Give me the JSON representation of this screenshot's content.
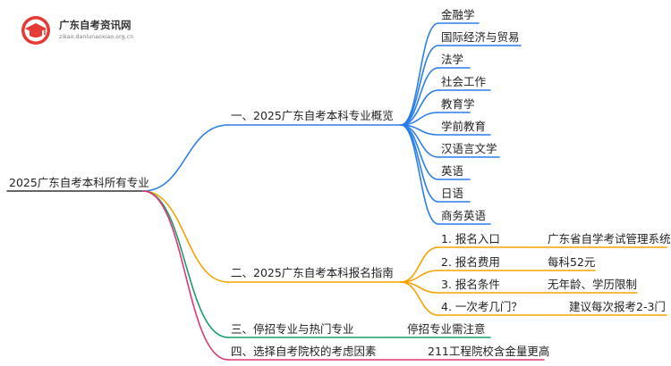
{
  "logo": {
    "title": "广东自考资讯网",
    "subtitle": "zikao.danlunaoxiao.org.cn"
  },
  "root": "2025广东自考本科所有专业",
  "branches": [
    {
      "label": "一、2025广东自考本科专业概览",
      "color": "#2b7de9",
      "children": [
        {
          "label": "金融学"
        },
        {
          "label": "国际经济与贸易"
        },
        {
          "label": "法学"
        },
        {
          "label": "社会工作"
        },
        {
          "label": "教育学"
        },
        {
          "label": "学前教育"
        },
        {
          "label": "汉语言文学"
        },
        {
          "label": "英语"
        },
        {
          "label": "日语"
        },
        {
          "label": "商务英语"
        }
      ]
    },
    {
      "label": "二、2025广东自考本科报名指南",
      "color": "#f5a300",
      "children": [
        {
          "label": "1. 报名入口",
          "detail": "广东省自学考试管理系统"
        },
        {
          "label": "2. 报名费用",
          "detail": "每科52元"
        },
        {
          "label": "3. 报名条件",
          "detail": "无年龄、学历限制"
        },
        {
          "label": "4. 一次考几门？",
          "detail": "建议每次报考2-3门"
        }
      ]
    },
    {
      "label": "三、停招专业与热门专业",
      "color": "#1a9e6a",
      "children": [
        {
          "label": "停招专业需注意"
        }
      ]
    },
    {
      "label": "四、选择自考院校的考虑因素",
      "color": "#e0357a",
      "children": [
        {
          "label": "211工程院校含金量更高"
        }
      ]
    }
  ]
}
